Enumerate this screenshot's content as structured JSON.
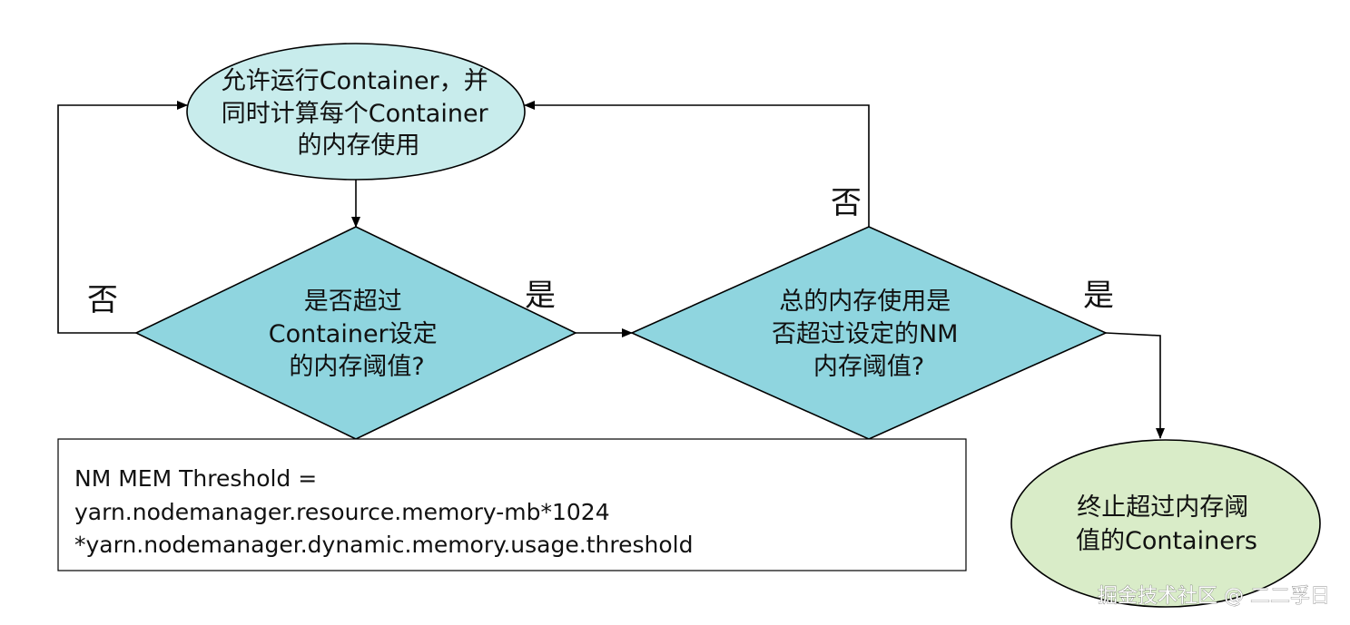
{
  "colors": {
    "ellipse_fill": "#c8ecec",
    "diamond_fill": "#8fd5df",
    "end_fill": "#d9ecc8",
    "stroke": "#000000"
  },
  "nodes": {
    "start": {
      "lines": [
        "允许运行Container，并",
        "同时计算每个Container",
        "的内存使用"
      ]
    },
    "decision1": {
      "lines": [
        "是否超过",
        "Container设定",
        "的内存阈值?"
      ]
    },
    "decision2": {
      "lines": [
        "总的内存使用是",
        "否超过设定的NM",
        "内存阈值?"
      ]
    },
    "end": {
      "lines": [
        "终止超过内存阈",
        "值的Containers"
      ]
    }
  },
  "edge_labels": {
    "d1_no": "否",
    "d1_yes": "是",
    "d2_no": "否",
    "d2_yes": "是"
  },
  "formula_box": {
    "lines": [
      "NM MEM Threshold =",
      "yarn.nodemanager.resource.memory-mb*1024",
      "*yarn.nodemanager.dynamic.memory.usage.threshold"
    ]
  },
  "watermark": "掘金技术社区 @ 二二孚日"
}
